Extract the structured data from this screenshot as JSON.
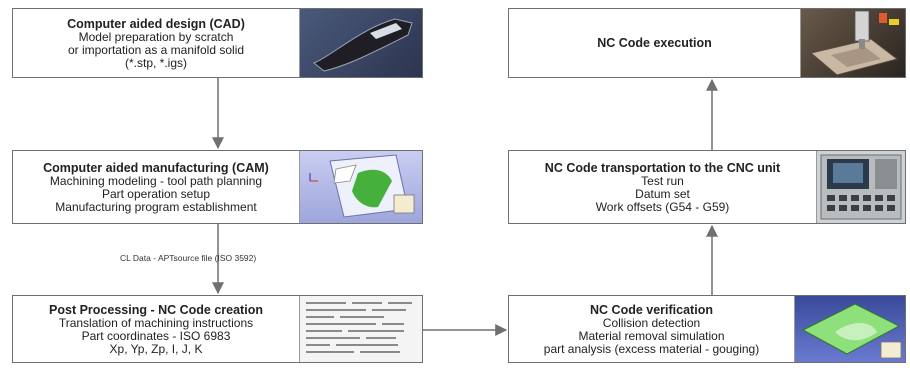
{
  "boxes": {
    "cad": {
      "title": "Computer aided design (CAD)",
      "lines": [
        "Model preparation by scratch",
        "or importation as a manifold solid",
        "(*.stp, *.igs)"
      ]
    },
    "cam": {
      "title": "Computer aided manufacturing (CAM)",
      "lines": [
        "Machining modeling - tool path planning",
        "Part operation setup",
        "Manufacturing program establishment"
      ]
    },
    "post": {
      "title": "Post Processing - NC Code creation",
      "lines": [
        "Translation of machining instructions",
        "Part coordinates - ISO 6983",
        "Xp, Yp, Zp, I, J, K"
      ]
    },
    "verify": {
      "title": "NC Code verification",
      "lines": [
        "Collision detection",
        "Material removal simulation",
        "part analysis (excess material - gouging)"
      ]
    },
    "transport": {
      "title": "NC Code transportation to the CNC unit",
      "lines": [
        "Test run",
        "Datum set",
        "Work offsets (G54 - G59)"
      ]
    },
    "exec": {
      "title": "NC Code execution",
      "lines": []
    }
  },
  "edge_label": "CL Data - APTsource file (ISO 3592)",
  "colors": {
    "border": "#6f6f6f",
    "arrow": "#707070",
    "cad_bg": "#3a4a6a",
    "cam_bg": "#b9bfe6",
    "part_green": "#4bb040"
  }
}
